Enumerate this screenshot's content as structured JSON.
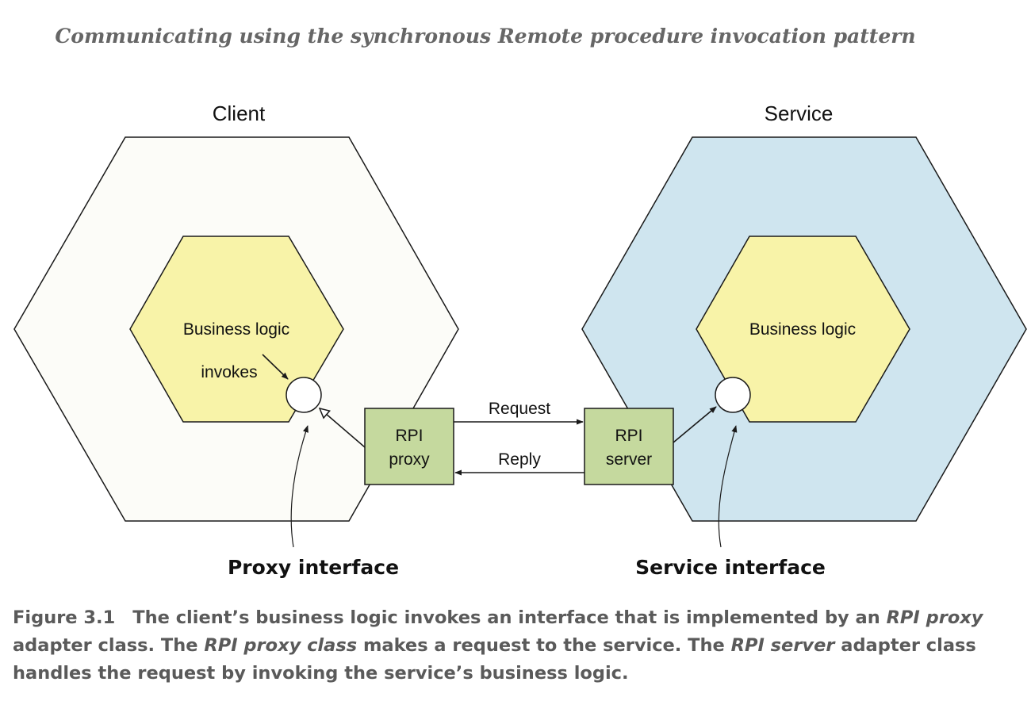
{
  "title": "Communicating using the synchronous Remote procedure invocation pattern",
  "client": {
    "label": "Client",
    "business_logic": "Business logic",
    "invokes": "invokes",
    "adapter_line1": "RPI",
    "adapter_line2": "proxy",
    "interface_label": "Proxy interface"
  },
  "service": {
    "label": "Service",
    "business_logic": "Business logic",
    "adapter_line1": "RPI",
    "adapter_line2": "server",
    "interface_label": "Service interface"
  },
  "messages": {
    "request": "Request",
    "reply": "Reply"
  },
  "caption": {
    "figure_label": "Figure 3.1",
    "part1": "The client’s business logic invokes an interface that is implemented by an ",
    "part2_italic": "RPI proxy",
    "part3": " adapter class. The ",
    "part4_italic": "RPI proxy class",
    "part5": " makes a request to the service. The ",
    "part6_italic": "RPI server",
    "part7": " adapter class handles the request by invoking the service’s business logic."
  },
  "colors": {
    "client_hex_fill": "#fcfcf8",
    "service_hex_fill": "#cfe5ef",
    "business_logic_fill": "#f8f3a8",
    "adapter_fill": "#c5d99e",
    "stroke": "#1a1a1a",
    "title_color": "#666666",
    "caption_color": "#5a5a5a"
  }
}
